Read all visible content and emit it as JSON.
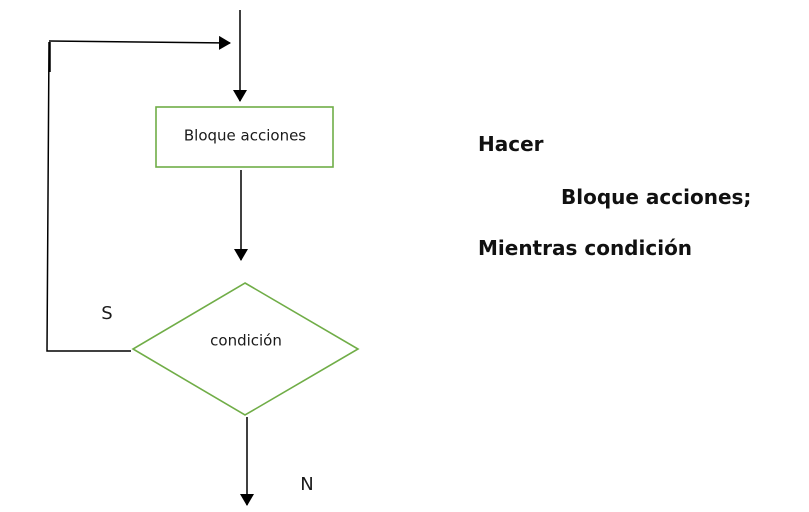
{
  "flowchart": {
    "action_box_label": "Bloque acciones",
    "condition_label": "condición",
    "yes_label": "S",
    "no_label": "N",
    "colors": {
      "shape_stroke": "#70ad47",
      "line": "#000000"
    }
  },
  "pseudocode": {
    "line1": "Hacer",
    "line2": "Bloque acciones;",
    "line3": "Mientras condición"
  }
}
